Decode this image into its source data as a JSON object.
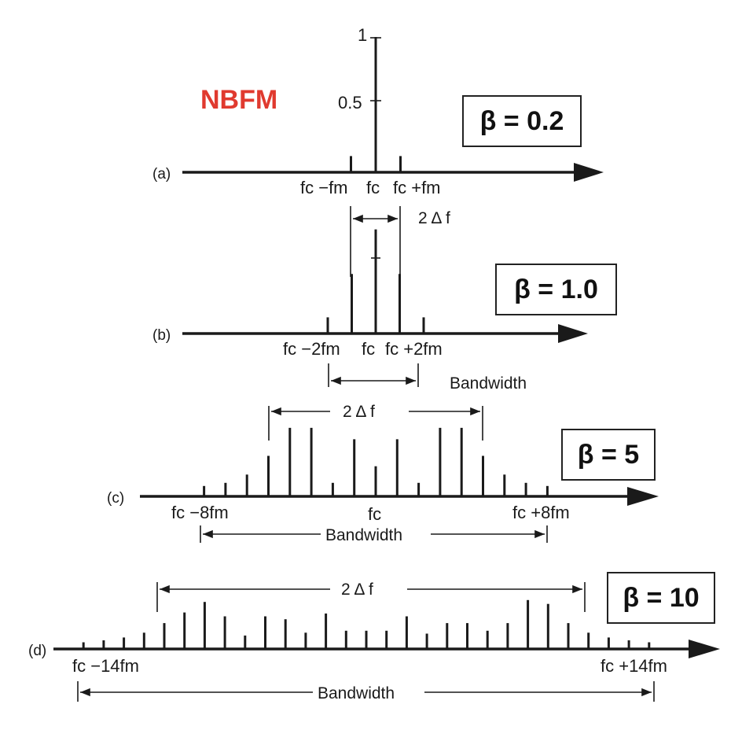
{
  "badge": "NBFM",
  "accent_color": "#e03a2f",
  "panels": [
    {
      "id": "a",
      "label": "(a)",
      "beta_text": "β = 0.2",
      "amplitude_ticks": [
        "1",
        "0.5"
      ],
      "freq_labels": [
        "fc −fm",
        "fc",
        "fc +fm"
      ],
      "span_labels": [
        "2 Δ f"
      ],
      "spectral_lines": [
        0.12,
        1.0,
        0.12
      ]
    },
    {
      "id": "b",
      "label": "(b)",
      "beta_text": "β = 1.0",
      "freq_labels": [
        "fc −2fm",
        "fc",
        "fc +2fm"
      ],
      "span_labels": [
        "Bandwidth"
      ],
      "spectral_lines": [
        0.12,
        0.44,
        0.77,
        0.44,
        0.12
      ]
    },
    {
      "id": "c",
      "label": "(c)",
      "beta_text": "β = 5",
      "freq_labels": [
        "fc −8fm",
        "fc",
        "fc +8fm"
      ],
      "span_labels": [
        "2 Δ f",
        "Bandwidth"
      ],
      "spectral_lines": [
        0.1,
        0.13,
        0.21,
        0.39,
        0.66,
        0.66,
        0.13,
        0.55,
        0.29,
        0.55,
        0.13,
        0.66,
        0.66,
        0.39,
        0.21,
        0.13,
        0.1
      ]
    },
    {
      "id": "d",
      "label": "(d)",
      "beta_text": "β = 10",
      "freq_labels": [
        "fc −14fm",
        "fc +14fm"
      ],
      "span_labels": [
        "2 Δ f",
        "Bandwidth"
      ],
      "spectral_lines": [
        0.07,
        0.09,
        0.12,
        0.17,
        0.27,
        0.38,
        0.49,
        0.34,
        0.14,
        0.34,
        0.31,
        0.17,
        0.37,
        0.19,
        0.19,
        0.19,
        0.34,
        0.16,
        0.27,
        0.27,
        0.19,
        0.27,
        0.51,
        0.47,
        0.27,
        0.17,
        0.12,
        0.09,
        0.07
      ]
    }
  ]
}
